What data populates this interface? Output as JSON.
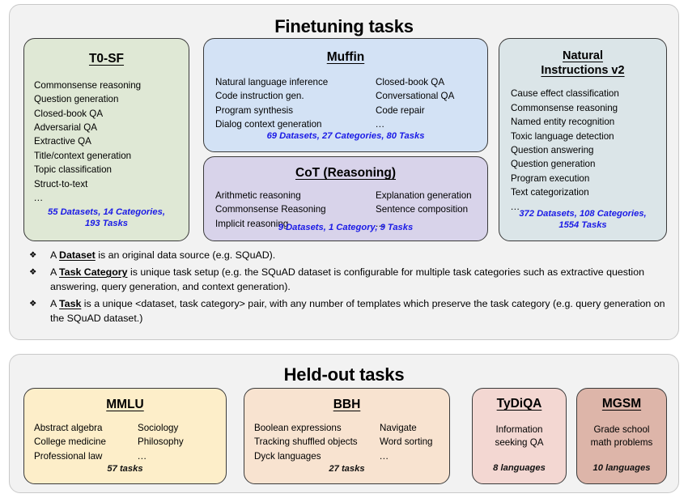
{
  "finetuning": {
    "title": "Finetuning tasks",
    "cards": [
      {
        "name": "t0sf",
        "title": "T0-SF",
        "color": "#dfe8d5",
        "col_a": [
          "Commonsense reasoning",
          "Question generation",
          "Closed-book QA",
          "Adversarial QA",
          "Extractive QA",
          "Title/context generation",
          "Topic classification",
          "Struct-to-text",
          "..."
        ],
        "col_b": [],
        "stat_line1": "55 Datasets, 14 Categories,",
        "stat_line2": "193 Tasks"
      },
      {
        "name": "muffin",
        "title": "Muffin",
        "color": "#d3e2f5",
        "col_a": [
          "Natural language inference",
          "Code instruction gen.",
          "Program synthesis",
          "Dialog context generation"
        ],
        "col_b": [
          "Closed-book QA",
          "Conversational QA",
          "Code repair",
          "..."
        ],
        "stat_line1": "69 Datasets, 27 Categories, 80 Tasks",
        "stat_line2": ""
      },
      {
        "name": "cot",
        "title": "CoT (Reasoning)",
        "color": "#d8d3ea",
        "col_a": [
          "Arithmetic reasoning",
          "Commonsense Reasoning",
          "Implicit reasoning"
        ],
        "col_b": [
          "Explanation generation",
          "Sentence composition",
          "..."
        ],
        "stat_line1": "9 Datasets, 1 Category, 9 Tasks",
        "stat_line2": ""
      },
      {
        "name": "niv2",
        "title_line1": "Natural",
        "title_line2": "Instructions v2",
        "color": "#dbe5e8",
        "col_a": [
          "Cause effect classification",
          "Commonsense reasoning",
          "Named entity recognition",
          "Toxic language detection",
          "Question answering",
          "Question generation",
          "Program execution",
          "Text categorization",
          "..."
        ],
        "col_b": [],
        "stat_line1": "372 Datasets, 108 Categories,",
        "stat_line2": "1554 Tasks"
      }
    ],
    "definitions": [
      {
        "bullet": "❖",
        "prefix": "A ",
        "term": "Dataset",
        "suffix": " is an original data source (e.g. SQuAD)."
      },
      {
        "bullet": "❖",
        "prefix": "A ",
        "term": "Task Category",
        "suffix": " is unique task setup (e.g. the SQuAD dataset is configurable for multiple task categories such as extractive question answering, query generation, and context generation)."
      },
      {
        "bullet": "❖",
        "prefix": "A ",
        "term": "Task",
        "suffix": " is a unique <dataset, task category> pair, with any number of templates which preserve the task category (e.g. query generation on the SQuAD dataset.)"
      }
    ]
  },
  "heldout": {
    "title": "Held-out tasks",
    "cards": [
      {
        "name": "mmlu",
        "title": "MMLU",
        "color": "#fdeec9",
        "col_a": [
          "Abstract algebra",
          "College medicine",
          "Professional law"
        ],
        "col_b": [
          "Sociology",
          "Philosophy",
          "..."
        ],
        "stat": "57 tasks"
      },
      {
        "name": "bbh",
        "title": "BBH",
        "color": "#f8e3d0",
        "col_a": [
          "Boolean expressions",
          "Tracking shuffled objects",
          "Dyck languages"
        ],
        "col_b": [
          "Navigate",
          "Word sorting",
          "..."
        ],
        "stat": "27 tasks"
      },
      {
        "name": "tydiqa",
        "title": "TyDiQA",
        "color": "#f3d7d2",
        "center_line1": "Information",
        "center_line2": "seeking QA",
        "stat": "8 languages"
      },
      {
        "name": "mgsm",
        "title": "MGSM",
        "color": "#ddb5a9",
        "center_line1": "Grade school",
        "center_line2": "math problems",
        "stat": "10 languages"
      }
    ]
  },
  "colors": {
    "panel_bg": "#f2f2f2",
    "stat_blue": "#1a1ae6",
    "card_border": "#3a3a3a"
  }
}
